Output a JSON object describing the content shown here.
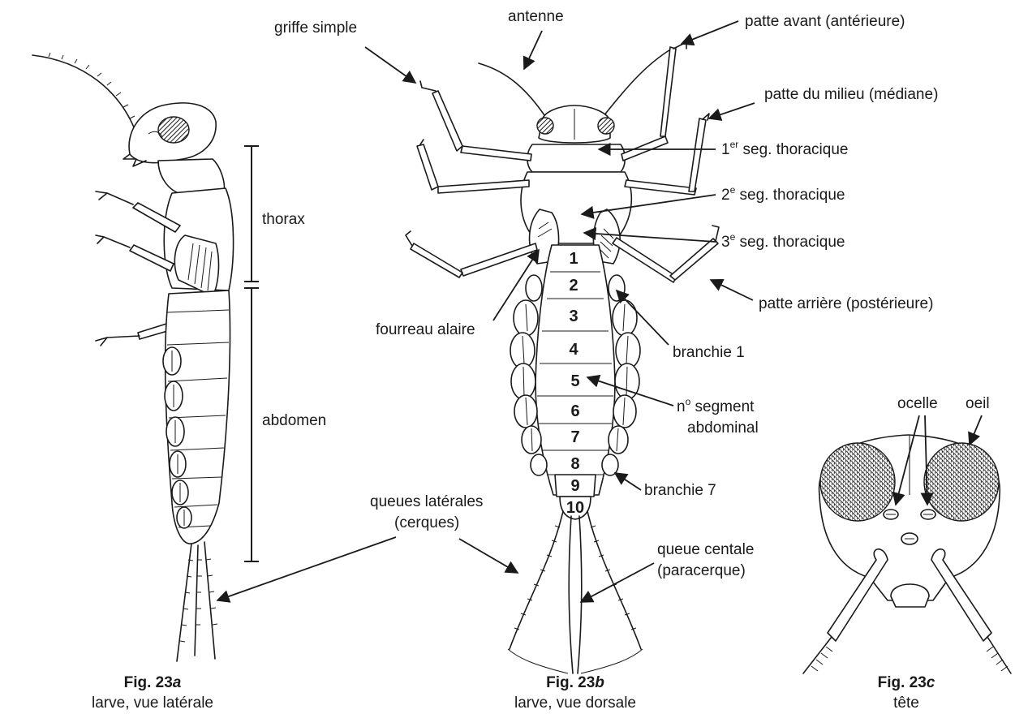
{
  "figure_a": {
    "label_thorax": "thorax",
    "label_abdomen": "abdomen",
    "caption_fig_prefix": "Fig. 23",
    "caption_fig_letter": "a",
    "caption_desc": "larve, vue latérale"
  },
  "figure_b": {
    "labels": {
      "griffe_simple": "griffe simple",
      "antenne": "antenne",
      "patte_avant": "patte avant (antérieure)",
      "patte_milieu": "patte du milieu (médiane)",
      "seg1_num": "1",
      "seg1_sup": "er",
      "seg1_rest": " seg. thoracique",
      "seg2_num": "2",
      "seg2_sup": "e",
      "seg2_rest": " seg. thoracique",
      "seg3_num": "3",
      "seg3_sup": "e",
      "seg3_rest": " seg. thoracique",
      "patte_arriere": "patte arrière (postérieure)",
      "fourreau_alaire": "fourreau alaire",
      "branchie_1": "branchie 1",
      "segment_abdominal_n": "n",
      "segment_abdominal_sup": "o",
      "segment_abdominal_rest": " segment",
      "segment_abdominal_line2": "abdominal",
      "branchie_7": "branchie 7",
      "queues_laterales_line1": "queues latérales",
      "queues_laterales_line2": "(cerques)",
      "queue_centrale_line1": "queue centale",
      "queue_centrale_line2": "(paracerque)"
    },
    "segment_numbers": [
      "1",
      "2",
      "3",
      "4",
      "5",
      "6",
      "7",
      "8",
      "9",
      "10"
    ],
    "caption_fig_prefix": "Fig. 23",
    "caption_fig_letter": "b",
    "caption_desc": "larve, vue dorsale"
  },
  "figure_c": {
    "label_ocelle": "ocelle",
    "label_oeil": "oeil",
    "caption_fig_prefix": "Fig. 23",
    "caption_fig_letter": "c",
    "caption_desc": "tête"
  }
}
